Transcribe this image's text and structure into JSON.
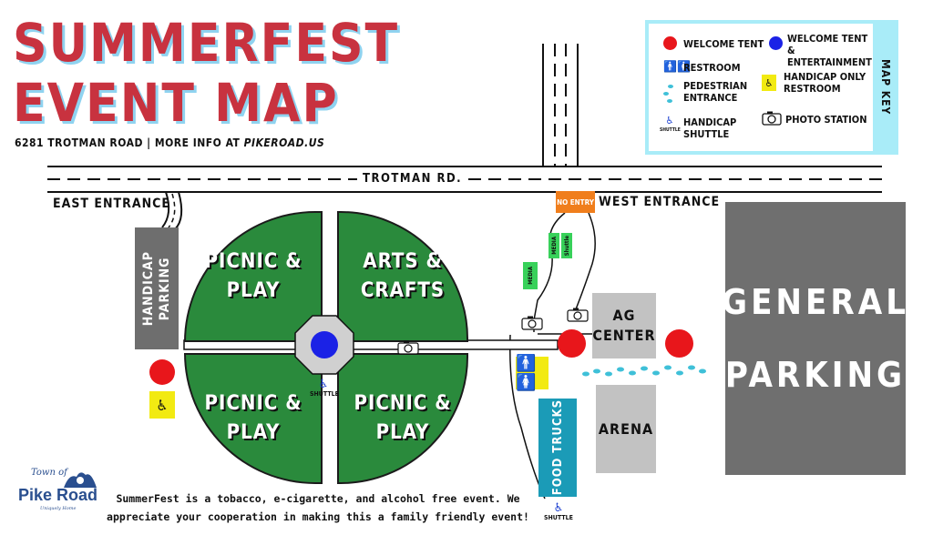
{
  "title": {
    "line1": "SUMMERFEST",
    "line2": "EVENT MAP"
  },
  "subtitle": {
    "prefix": "6281 TROTMAN ROAD | MORE INFO AT ",
    "link": "PIKEROAD.US"
  },
  "road_label": "TROTMAN RD.",
  "entrances": {
    "east": "EAST ENTRANCE",
    "west": "WEST ENTRANCE",
    "no_entry": "NO ENTRY"
  },
  "key": {
    "title": "MAP KEY",
    "items": {
      "welcome_tent": "WELCOME TENT",
      "welcome_tent_entertainment": "WELCOME TENT & ENTERTAINMENT",
      "restroom": "RESTROOM",
      "handicap_only_restroom": "HANDICAP ONLY RESTROOM",
      "pedestrian_entrance": "PEDESTRIAN ENTRANCE",
      "photo_station": "PHOTO STATION",
      "handicap_shuttle": "HANDICAP SHUTTLE"
    },
    "shuttle_small": "SHUTTLE"
  },
  "areas": {
    "nw": [
      "PICNIC &",
      "PLAY"
    ],
    "ne": [
      "ARTS &",
      "CRAFTS"
    ],
    "sw": [
      "PICNIC &",
      "PLAY"
    ],
    "se": [
      "PICNIC &",
      "PLAY"
    ],
    "ag_center": [
      "AG",
      "CENTER"
    ],
    "arena": "ARENA",
    "general_parking": [
      "GENERAL",
      "PARKING"
    ],
    "handicap_parking": [
      "HANDICAP",
      "PARKING"
    ],
    "food_trucks": "FOOD TRUCKS"
  },
  "media_labels": {
    "a": "MEDIA",
    "b": "MEDIA",
    "c": "Shuttle"
  },
  "shuttle_labels": {
    "center": "SHUTTLE",
    "bottom": "SHUTTLE"
  },
  "footer": {
    "line1": "SummerFest is a tobacco, e-cigarette, and alcohol free event. We",
    "line2": "appreciate your cooperation in making this a family friendly event!"
  },
  "logo": {
    "town": "Town of",
    "name": "Pike Road",
    "tagline": "Uniquely Home"
  },
  "colors": {
    "title": "#c8323f",
    "grass": "#2a8a3c",
    "welcome_red": "#e8161b",
    "welcome_blue": "#1b22e6",
    "key_bg": "#a9ecf8",
    "food_trucks": "#1b9bb7",
    "no_entry": "#f07e1c"
  }
}
